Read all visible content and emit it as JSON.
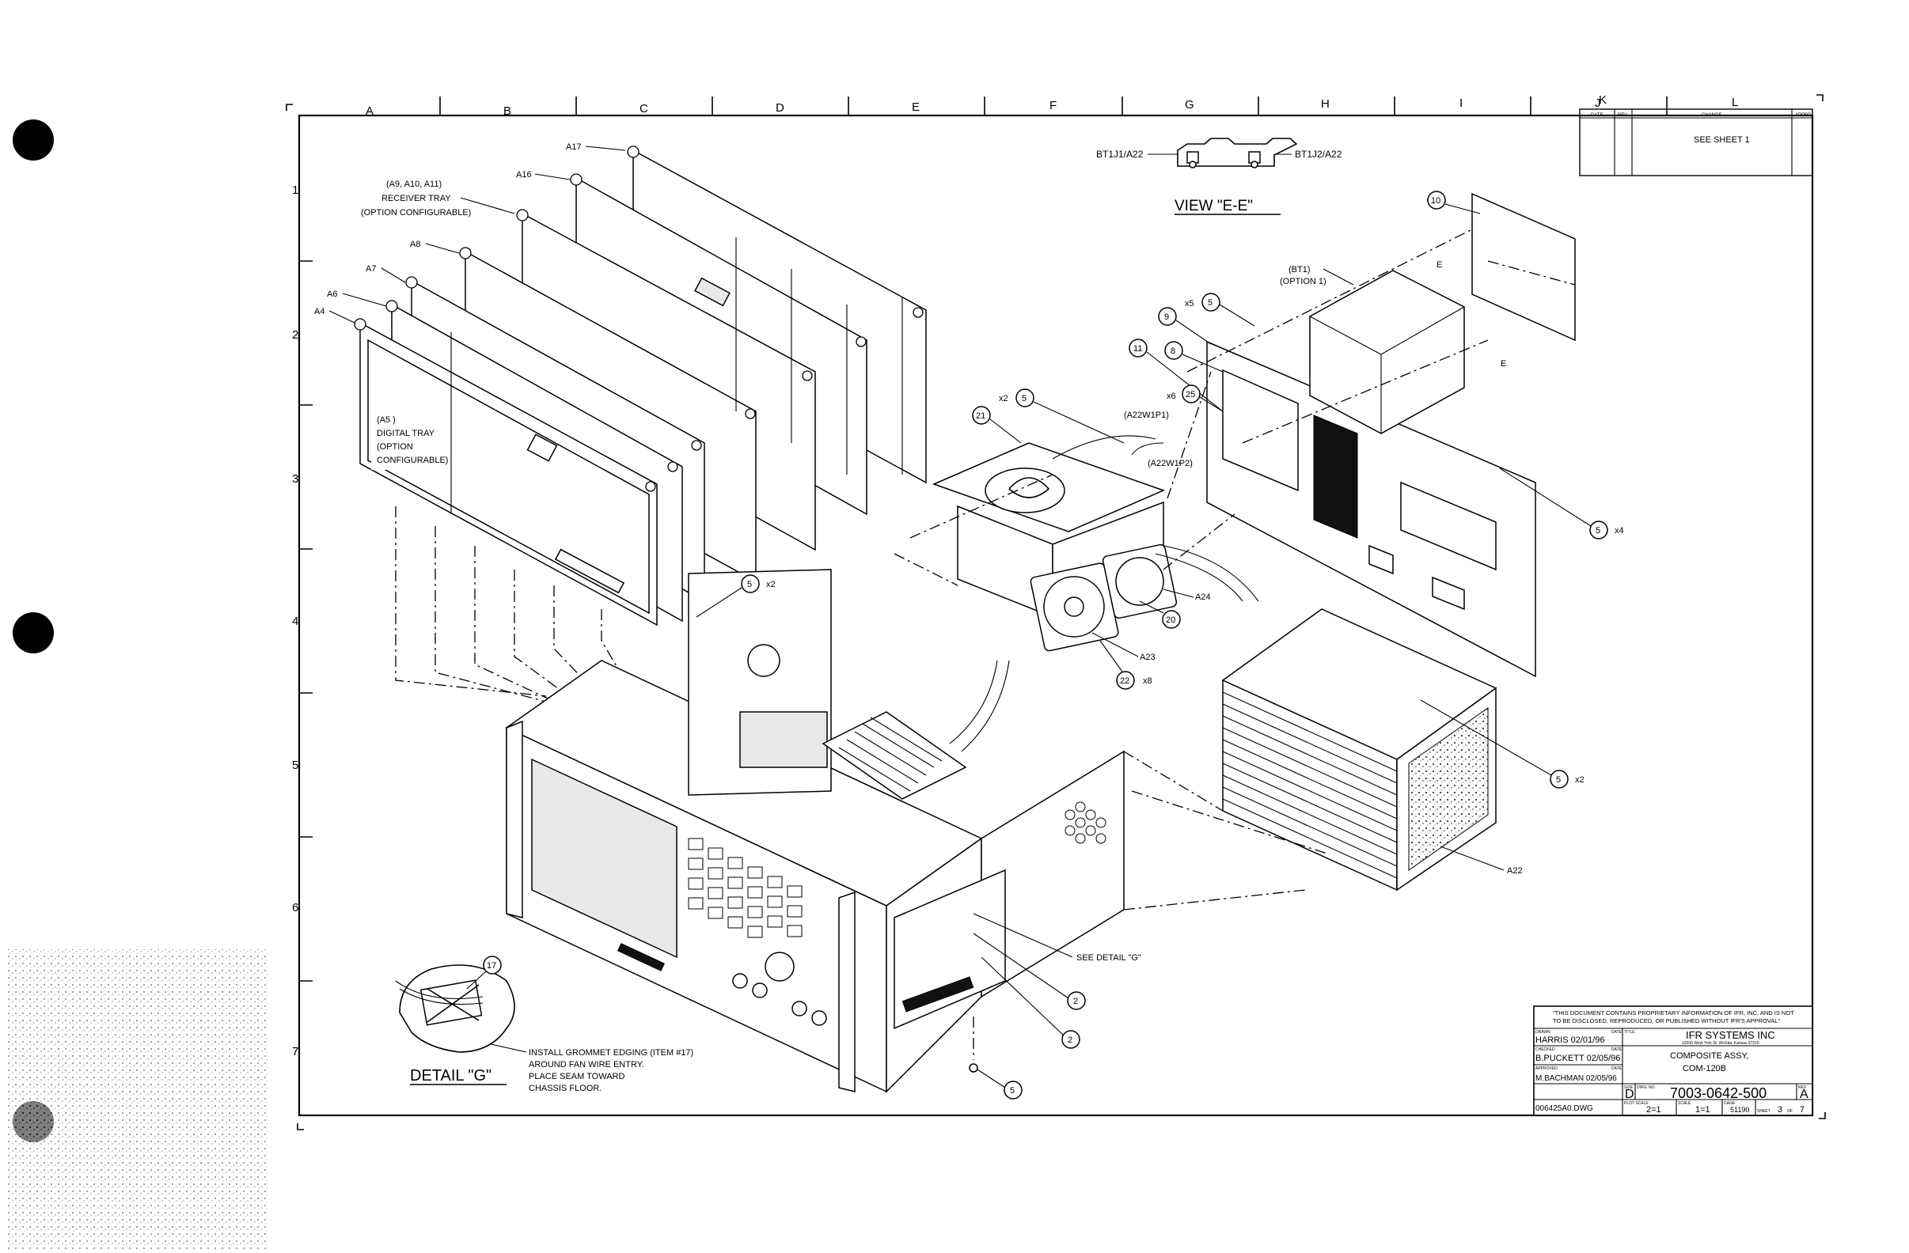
{
  "zones": {
    "columns": [
      "A",
      "B",
      "C",
      "D",
      "E",
      "F",
      "G",
      "H",
      "I",
      "J",
      "K",
      "L"
    ],
    "rows": [
      "1",
      "2",
      "3",
      "4",
      "5",
      "6",
      "7"
    ]
  },
  "revision_block": {
    "headers": [
      "DATE",
      "REV",
      "CHANGE",
      "APPRD"
    ],
    "note": "SEE SHEET 1"
  },
  "view_ee": {
    "title": "VIEW \"E-E\"",
    "left_label": "BT1J1/A22",
    "right_label": "BT1J2/A22"
  },
  "board_labels": {
    "a17": "A17",
    "a16": "A16",
    "receiver_tray": [
      "(A9, A10, A11)",
      "RECEIVER TRAY",
      "(OPTION CONFIGURABLE)"
    ],
    "a8": "A8",
    "a7": "A7",
    "a6": "A6",
    "a4": "A4",
    "digital_tray": [
      "(A5 )",
      "DIGITAL TRAY",
      "(OPTION",
      "CONFIGURABLE)"
    ]
  },
  "callouts": {
    "c10": "10",
    "bt1": [
      "(BT1)",
      "(OPTION 1)"
    ],
    "e_mark": "E",
    "c5_top": "5",
    "c5_top_qty": "x5",
    "c9": "9",
    "c8": "8",
    "c11": "11",
    "c25": "25",
    "c25_qty": "x6",
    "c21": "21",
    "c5_fan": "5",
    "c5_fan_qty": "x2",
    "a22w1p1": "(A22W1P1)",
    "a22w1p2": "(A22W1P2)",
    "c5_right": "5",
    "c5_right_qty": "x4",
    "c5_mid": "5",
    "c5_mid_qty": "x2",
    "a24": "A24",
    "c20": "20",
    "a23": "A23",
    "c22": "22",
    "c22_qty": "x8",
    "c5_psu": "5",
    "c5_psu_qty": "x2",
    "a22": "A22",
    "see_detail": "SEE DETAIL \"G\"",
    "c2a": "2",
    "c2b": "2",
    "c5_bottom": "5"
  },
  "detail_g": {
    "title": "DETAIL \"G\"",
    "callout": "17",
    "note": [
      "INSTALL GROMMET EDGING (ITEM #17)",
      "AROUND FAN WIRE ENTRY.",
      "PLACE SEAM TOWARD",
      "CHASSIS FLOOR."
    ]
  },
  "title_block": {
    "proprietary": [
      "\"THIS DOCUMENT CONTAINS PROPRIETARY INFORMATION OF IFR, INC. AND IS NOT",
      "TO BE DISCLOSED, REPRODUCED, OR PUBLISHED WITHOUT IFR'S APPROVAL\""
    ],
    "company": "IFR SYSTEMS INC",
    "address": "10200 West York St. Wichita, Kansas 67215",
    "drawn_by": "HARRIS 02/01/96",
    "checked_by": "B.PUCKETT 02/05/96",
    "approved_by": "M.BACHMAN 02/05/96",
    "title_label": "TITLE",
    "title_line1": "COMPOSITE ASSY,",
    "title_line2": "COM-120B",
    "size": "D",
    "dwg_no": "7003-0642-500",
    "rev": "A",
    "file": "006425A0.DWG",
    "plot_scale": "2=1",
    "scale": "1=1",
    "cage": "51190",
    "sheet": "3",
    "of": "7",
    "small_labels": [
      "DRAWN",
      "DATE",
      "CHECKED",
      "DATE",
      "APPROVED",
      "DATE",
      "SIZE",
      "DWG. NO.",
      "REV",
      "PLOT SCALE",
      "SCALE",
      "CAGE",
      "SHEET",
      "OF"
    ]
  }
}
